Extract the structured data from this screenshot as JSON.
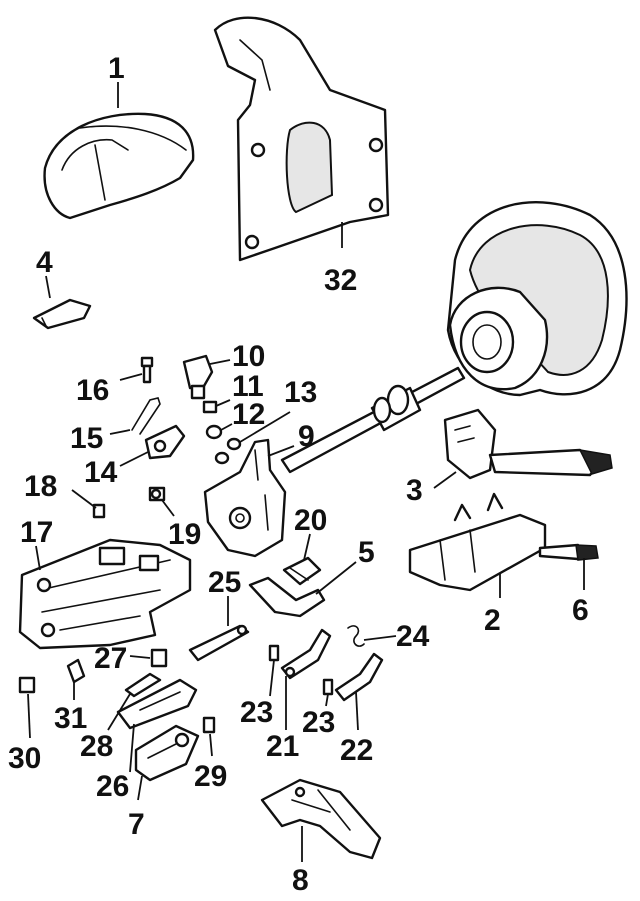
{
  "callouts": {
    "c1": "1",
    "c2": "2",
    "c3": "3",
    "c4": "4",
    "c5": "5",
    "c6": "6",
    "c7": "7",
    "c8": "8",
    "c9": "9",
    "c10": "10",
    "c11": "11",
    "c12": "12",
    "c13": "13",
    "c14": "14",
    "c15": "15",
    "c16": "16",
    "c17": "17",
    "c18": "18",
    "c19": "19",
    "c20": "20",
    "c21": "21",
    "c22": "22",
    "c23a": "23",
    "c23b": "23",
    "c24": "24",
    "c25": "25",
    "c26": "26",
    "c27": "27",
    "c28": "28",
    "c29": "29",
    "c30": "30",
    "c31": "31",
    "c32": "32"
  }
}
